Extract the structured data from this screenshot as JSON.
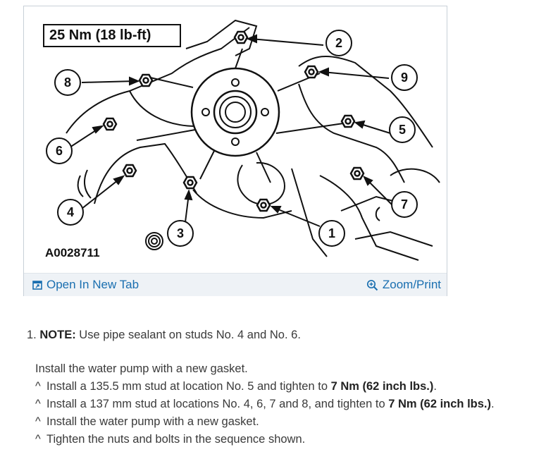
{
  "figure": {
    "torque_label": "25 Nm (18 lb-ft)",
    "figure_id": "A0028711",
    "callouts": [
      "1",
      "2",
      "3",
      "4",
      "5",
      "6",
      "7",
      "8",
      "9"
    ]
  },
  "toolbar": {
    "open_tab_label": "Open In New Tab",
    "zoom_label": "Zoom/Print",
    "open_tab_icon": "open-in-new-tab-icon",
    "zoom_icon": "magnifier-icon",
    "link_color": "#1a6fb0"
  },
  "instructions": {
    "step_number": "1.",
    "note_label": "NOTE:",
    "note_text": " Use pipe sealant on studs No. 4 and No. 6.",
    "intro": "Install the water pump with a new gasket.",
    "bullet_symbol": "^",
    "bullets": [
      {
        "text": "Install a 135.5 mm stud at location No. 5 and tighten to ",
        "spec": "7 Nm (62 inch lbs.)",
        "tail": "."
      },
      {
        "text": "Install a 137 mm stud at locations No. 4, 6, 7 and 8, and tighten to ",
        "spec": "7 Nm (62 inch lbs.)",
        "tail": "."
      },
      {
        "text": "Install the water pump with a new gasket.",
        "spec": "",
        "tail": ""
      },
      {
        "text": "Tighten the nuts and bolts in the sequence shown.",
        "spec": "",
        "tail": ""
      }
    ]
  }
}
